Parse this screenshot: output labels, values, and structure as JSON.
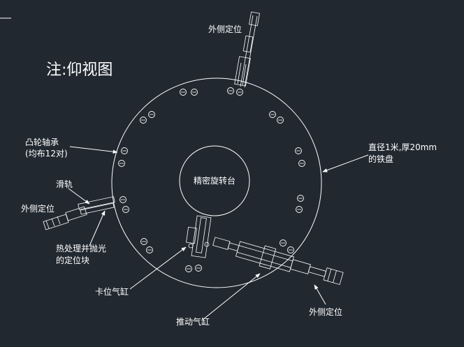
{
  "title": "注:仰视图",
  "labels": {
    "outer_top": "外侧定位",
    "cam_bearing_1": "凸轮轴承",
    "cam_bearing_2": "(均布12对)",
    "rail": "滑轨",
    "outer_left": "外侧定位",
    "heat_block_1": "热处理并抛光",
    "heat_block_2": "的定位块",
    "clamp_cylinder": "卡位气缸",
    "push_cylinder": "推动气缸",
    "outer_bottom": "外侧定位",
    "plate_1": "直径1米,厚20mm",
    "plate_2": "的铁盘",
    "center": "精密旋转台"
  },
  "colors": {
    "background": "#212830",
    "lines": "#ffffff"
  }
}
